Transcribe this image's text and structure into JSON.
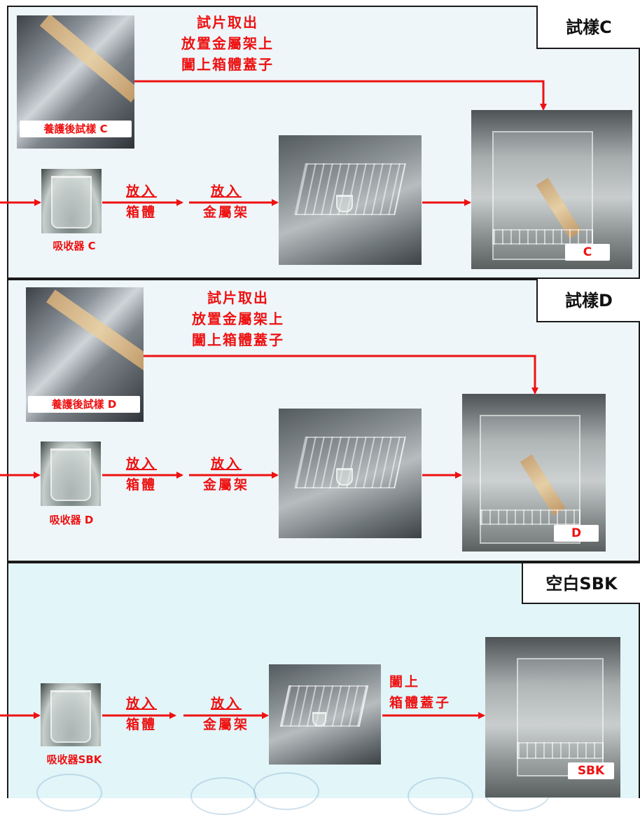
{
  "panels": {
    "c": {
      "title": "試樣C",
      "instruction": [
        "試片取出",
        "放置金屬架上",
        "闔上箱體蓋子"
      ],
      "sample_caption": "養護後試樣 C",
      "absorber_caption": "吸收器 C",
      "step1": [
        "放入",
        "箱體"
      ],
      "step2": [
        "放入",
        "金屬架"
      ],
      "result_tag": "C"
    },
    "d": {
      "title": "試樣D",
      "instruction": [
        "試片取出",
        "放置金屬架上",
        "闔上箱體蓋子"
      ],
      "sample_caption": "養護後試樣 D",
      "absorber_caption": "吸收器 D",
      "step1": [
        "放入",
        "箱體"
      ],
      "step2": [
        "放入",
        "金屬架"
      ],
      "result_tag": "D"
    },
    "sbk": {
      "title": "空白SBK",
      "absorber_caption": "吸收器SBK",
      "step1": [
        "放入",
        "箱體"
      ],
      "step2": [
        "放入",
        "金屬架"
      ],
      "step3": [
        "闔上",
        "箱體蓋子"
      ],
      "result_tag": "SBK"
    }
  },
  "colors": {
    "arrow": "#ee1111",
    "border": "#1a1a1a",
    "panel_bg": "#eef6fa",
    "sbk_bg": "#e2f5f9"
  }
}
